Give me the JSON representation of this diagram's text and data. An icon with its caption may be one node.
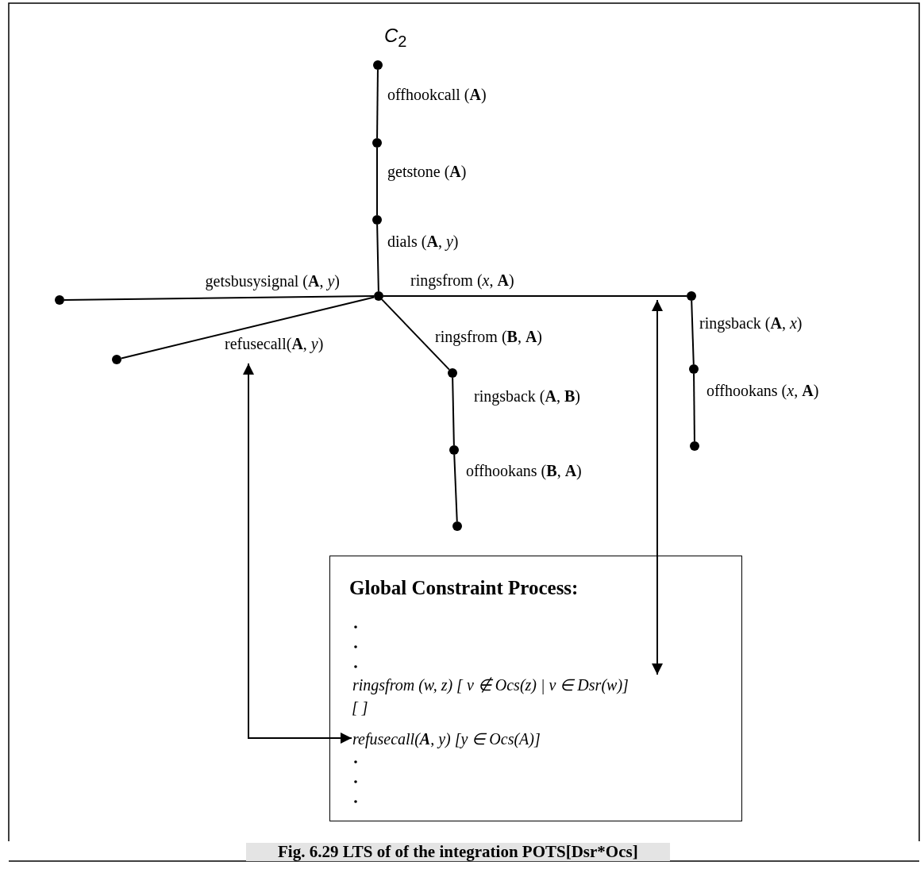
{
  "diagram": {
    "caption": "Fig. 6.29  LTS of of the integration POTS[Dsr*Ocs]",
    "nodes": [
      {
        "text": [],
        "shape": "circle",
        "beside": [
          "*C*$_{2}$"
        ]
      },
      {
        "text": [],
        "shape": "circle"
      },
      {
        "text": [],
        "shape": "circle"
      },
      {
        "text": [],
        "shape": "circle"
      },
      {
        "text": [],
        "shape": "circle"
      },
      {
        "text": [],
        "shape": "circle"
      },
      {
        "text": [],
        "shape": "circle"
      },
      {
        "text": [],
        "shape": "circle"
      },
      {
        "text": [],
        "shape": "circle"
      },
      {
        "text": [],
        "shape": "circle"
      },
      {
        "text": [],
        "shape": "circle"
      },
      {
        "text": [],
        "shape": "circle"
      },
      {
        "text": [
          "Global Constraint Process:"
        ]
      },
      {
        "text": [
          "ringsfrom (w, z) [ v ∉ Ocs(z) | v ∈ Dsr(w)]"
        ],
        "in": 12
      },
      {
        "text": [
          "refusecall(**A**, y) [y ∈ Ocs(A)]"
        ],
        "in": 12
      }
    ],
    "edges": [
      {
        "from": 0,
        "to": 1,
        "arrow": "none",
        "label": "offhookcall (**A**)"
      },
      {
        "from": 1,
        "to": 2,
        "arrow": "none",
        "label": "getstone (**A**)"
      },
      {
        "from": 2,
        "to": 3,
        "arrow": "none",
        "label": "dials (**A**, *y*)"
      },
      {
        "from": 3,
        "to": 4,
        "arrow": "none",
        "label": "getsbusysignal (**A**, *y*)"
      },
      {
        "from": 3,
        "to": 5,
        "arrow": "none",
        "label": "refusecall(**A**, *y*)"
      },
      {
        "from": 3,
        "to": 6,
        "arrow": "none",
        "label": "ringsfrom (*x*, **A**)"
      },
      {
        "from": 6,
        "to": 7,
        "arrow": "none",
        "label": "ringsback (**A**, *x*)"
      },
      {
        "from": 7,
        "to": 8,
        "arrow": "none",
        "label": "offhookans (*x*, **A**)"
      },
      {
        "from": 3,
        "to": 9,
        "arrow": "none",
        "label": "ringsfrom (**B**, **A**)"
      },
      {
        "from": 9,
        "to": 10,
        "arrow": "none",
        "label": "ringsback (**A**, **B**)"
      },
      {
        "from": 10,
        "to": 11,
        "arrow": "none",
        "label": "offhookans (**B**, **A**)"
      },
      {
        "from": null,
        "to": 14,
        "arrow": "both"
      },
      {
        "from": null,
        "to": 13,
        "arrow": "both"
      }
    ],
    "labels": [
      "[ ]"
    ]
  }
}
